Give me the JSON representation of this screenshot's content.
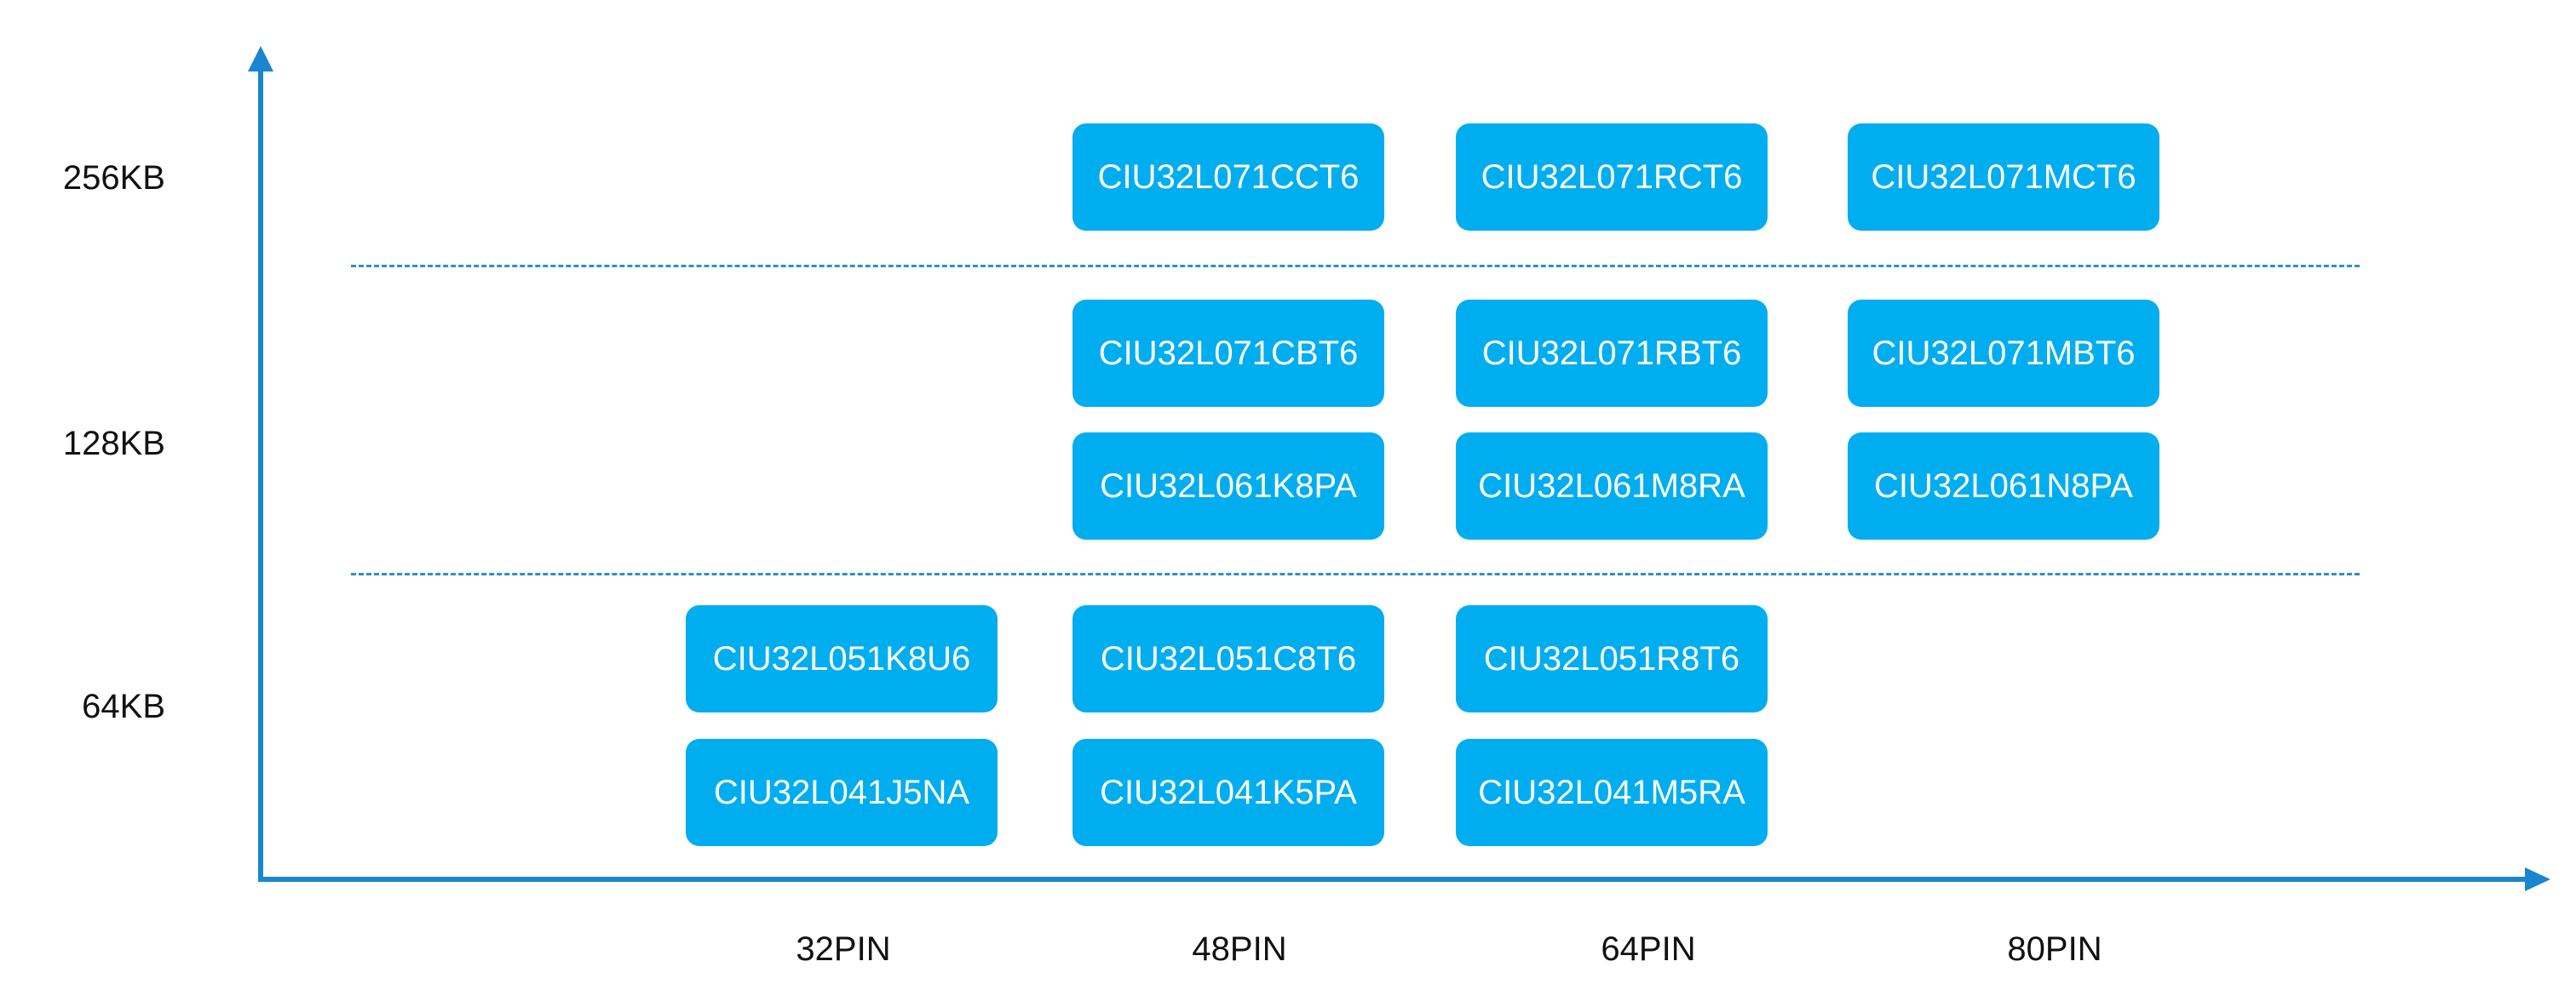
{
  "colors": {
    "axis": "#1a86cf",
    "divider": "#2b8fd4",
    "chip": "#00aeef",
    "chip_text": "#ffffff",
    "label_text": "#111111"
  },
  "rows": [
    {
      "label": "256KB",
      "chips": [
        {
          "col": "48PIN",
          "name": "CIU32L071CCT6"
        },
        {
          "col": "64PIN",
          "name": "CIU32L071RCT6"
        },
        {
          "col": "80PIN",
          "name": "CIU32L071MCT6"
        }
      ]
    },
    {
      "label": "128KB",
      "chips": [
        {
          "col": "48PIN",
          "name": "CIU32L071CBT6"
        },
        {
          "col": "64PIN",
          "name": "CIU32L071RBT6"
        },
        {
          "col": "80PIN",
          "name": "CIU32L071MBT6"
        },
        {
          "col": "48PIN",
          "name": "CIU32L061K8PA"
        },
        {
          "col": "64PIN",
          "name": "CIU32L061M8RA"
        },
        {
          "col": "80PIN",
          "name": "CIU32L061N8PA"
        }
      ]
    },
    {
      "label": "64KB",
      "chips": [
        {
          "col": "32PIN",
          "name": "CIU32L051K8U6"
        },
        {
          "col": "48PIN",
          "name": "CIU32L051C8T6"
        },
        {
          "col": "64PIN",
          "name": "CIU32L051R8T6"
        },
        {
          "col": "32PIN",
          "name": "CIU32L041J5NA"
        },
        {
          "col": "48PIN",
          "name": "CIU32L041K5PA"
        },
        {
          "col": "64PIN",
          "name": "CIU32L041M5RA"
        }
      ]
    }
  ],
  "columns": [
    "32PIN",
    "48PIN",
    "64PIN",
    "80PIN"
  ]
}
